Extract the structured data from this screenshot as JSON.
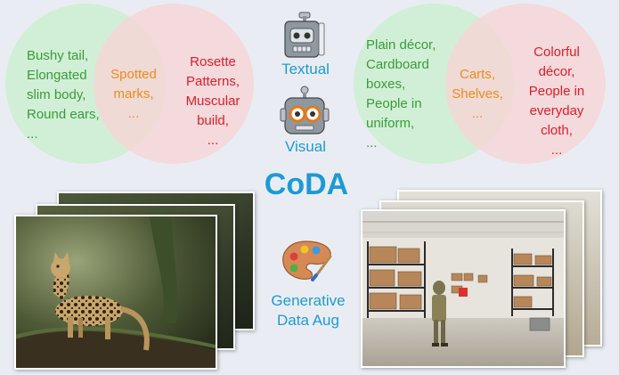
{
  "title": "CoDA",
  "robots": {
    "textual_label": "Textual",
    "visual_label": "Visual",
    "textual_icon": "robot-notebook-icon",
    "visual_icon": "robot-magnifier-icon"
  },
  "generative": {
    "icon": "palette-icon",
    "line1": "Generative",
    "line2": "Data Aug"
  },
  "left_venn": {
    "left_text": "Bushy tail,\nElongated\nslim body,\nRound ears,\n...",
    "center_text": "Spotted\nmarks,\n...",
    "right_text": "Rosette\nPatterns,\nMuscular\nbuild,\n..."
  },
  "right_venn": {
    "left_text": "Plain décor,\nCardboard\nboxes,\nPeople in\nuniform,\n...",
    "center_text": "Carts,\nShelves,\n...",
    "right_text": "Colorful\ndécor,\nPeople in\neveryday\ncloth,\n..."
  },
  "colors": {
    "green_text": "#3a9b3a",
    "orange_text": "#f08a1c",
    "red_text": "#e01c28",
    "blue_text": "#1d9ad6",
    "green_circle": "#cdeed0",
    "pink_circle": "#f6d4d6",
    "background": "#e9edf3"
  },
  "images": {
    "left": "ocelot-on-branch-photo",
    "right": "warehouse-interior-photo"
  }
}
